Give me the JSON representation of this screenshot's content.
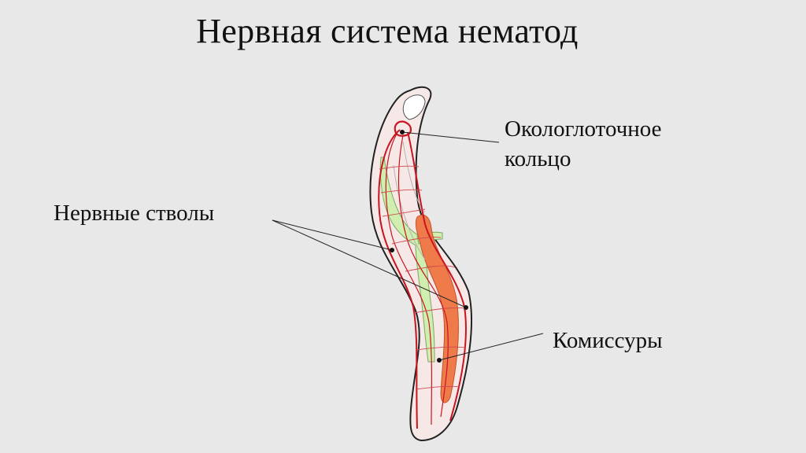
{
  "title": "Нервная система нематод",
  "labels": {
    "pharyngeal_ring_line1": "Окологлоточное",
    "pharyngeal_ring_line2": "кольцо",
    "nerve_trunks": "Нервные стволы",
    "commissures": "Комиссуры"
  },
  "colors": {
    "background": "#e9e8e8",
    "body_fill": "#f7e8e8",
    "nerve": "#c8141e",
    "intestine": "#ef7a4a",
    "pharynx": "#cfeeb0",
    "outline": "#222222"
  }
}
